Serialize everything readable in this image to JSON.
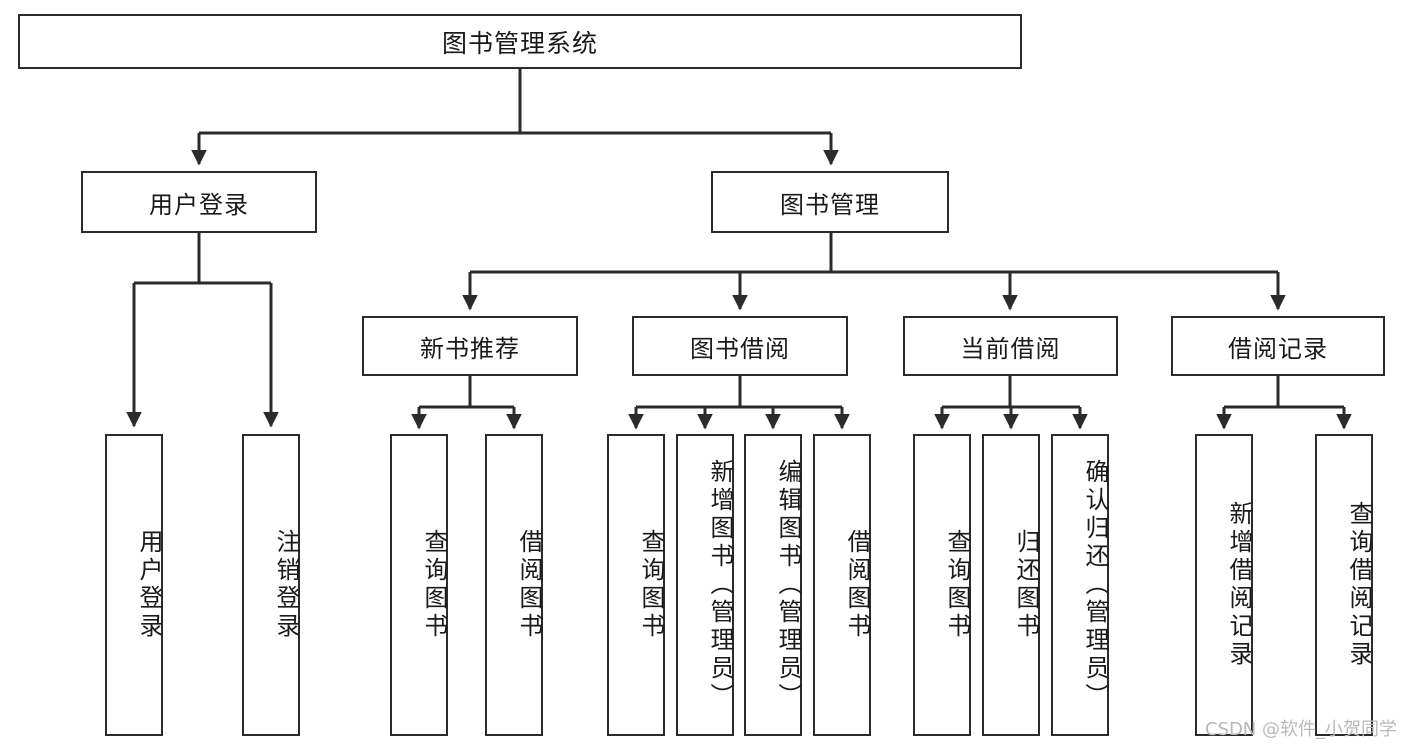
{
  "diagram": {
    "title": "图书管理系统",
    "type": "tree-hierarchy-diagram",
    "colors": {
      "stroke": "#2b2b2b",
      "fill": "#ffffff",
      "text": "#1a1a1a",
      "watermark": "#b9b9b9"
    },
    "levels": {
      "root": {
        "label": "图书管理系统"
      },
      "level2": [
        {
          "label": "用户登录"
        },
        {
          "label": "图书管理"
        }
      ],
      "level3": [
        {
          "label": "新书推荐"
        },
        {
          "label": "图书借阅"
        },
        {
          "label": "当前借阅"
        },
        {
          "label": "借阅记录"
        }
      ],
      "leaves": {
        "user_login": [
          {
            "label": "用户登录"
          },
          {
            "label": "注销登录"
          }
        ],
        "new_book_recommend": [
          {
            "label": "查询图书"
          },
          {
            "label": "借阅图书"
          }
        ],
        "book_borrow": [
          {
            "label": "查询图书"
          },
          {
            "label": "新增图书（管理员）"
          },
          {
            "label": "编辑图书（管理员）"
          },
          {
            "label": "借阅图书"
          }
        ],
        "current_borrow": [
          {
            "label": "查询图书"
          },
          {
            "label": "归还图书"
          },
          {
            "label": "确认归还（管理员）"
          }
        ],
        "borrow_records": [
          {
            "label": "新增借阅记录"
          },
          {
            "label": "查询借阅记录"
          }
        ]
      }
    }
  },
  "watermark": {
    "text": "CSDN @软件_小贺同学"
  }
}
